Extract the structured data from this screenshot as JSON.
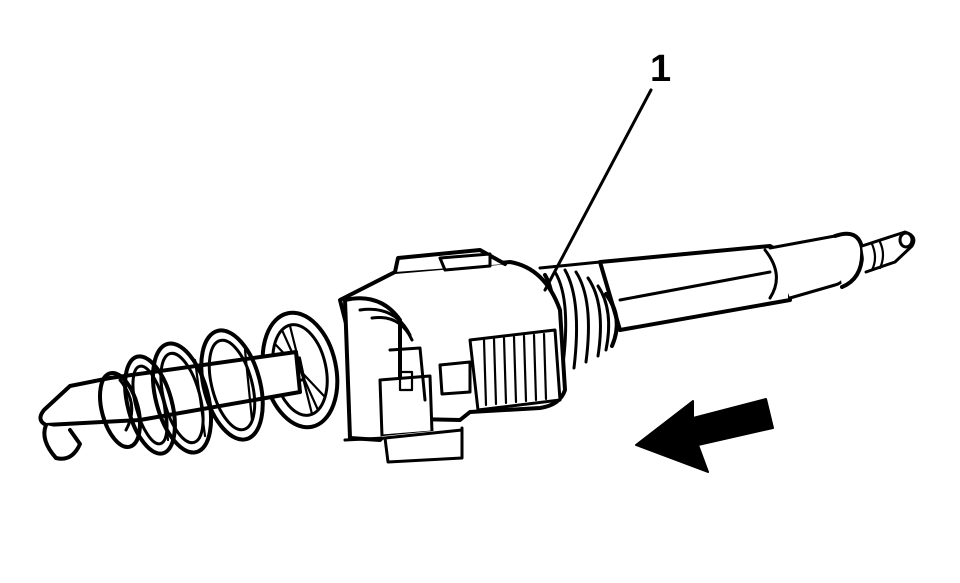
{
  "diagram": {
    "type": "technical-illustration",
    "subject": "steering column shaft assembly with spring and bearing housing",
    "callouts": [
      {
        "id": 1,
        "label": "1",
        "points_to": "bearing / coil spring assembly"
      }
    ],
    "direction_arrow": {
      "direction": "left",
      "color": "#000000"
    },
    "colors": {
      "line": "#000000",
      "background": "#ffffff"
    }
  }
}
